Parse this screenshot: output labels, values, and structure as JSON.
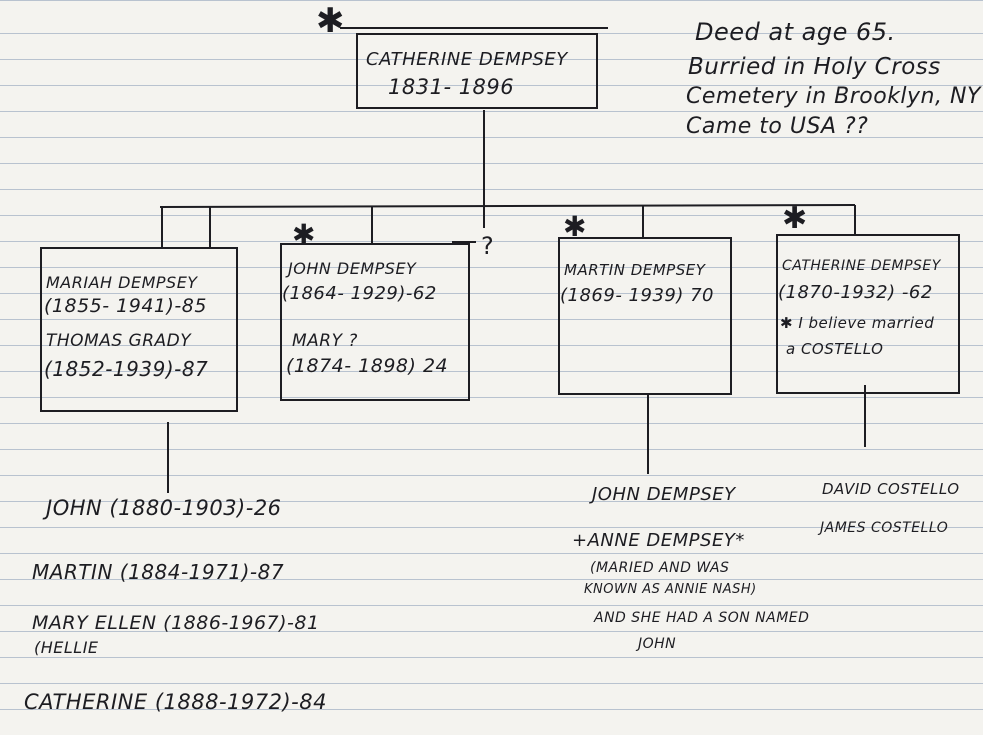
{
  "root": {
    "name": "CATHERINE DEMPSEY",
    "dates": "1831- 1896",
    "notes": [
      "Deed at age 65.",
      "Burried in Holy Cross",
      "Cemetery in Brooklyn, NY",
      "Came to USA ??"
    ]
  },
  "children": [
    {
      "name": "MARIAH DEMPSEY",
      "dates": "(1855- 1941)-85",
      "spouse_name": "THOMAS GRADY",
      "spouse_dates": "(1852-1939)-87"
    },
    {
      "name": "JOHN DEMPSEY",
      "dates": "(1864- 1929)-62",
      "spouse_name": "MARY ?",
      "spouse_dates": "(1874- 1898) 24",
      "question_mark": "?"
    },
    {
      "name": "MARTIN DEMPSEY",
      "dates": "(1869- 1939) 70"
    },
    {
      "name": "CATHERINE DEMPSEY",
      "dates": "(1870-1932) -62",
      "note_line1": "I believe married",
      "note_line2": "a COSTELLO"
    }
  ],
  "grandchildren_grady": [
    "JOHN (1880-1903)-26",
    "MARTIN (1884-1971)-87",
    "MARY ELLEN (1886-1967)-81",
    "(HELLIE",
    "CATHERINE (1888-1972)-84"
  ],
  "grandchildren_martin": [
    "JOHN DEMPSEY",
    "+ANNE DEMPSEY*",
    "(MARIED AND WAS",
    "KNOWN AS ANNIE NASH)",
    "AND SHE HAD A SON NAMED",
    "JOHN"
  ],
  "grandchildren_costello": [
    "DAVID COSTELLO",
    "JAMES COSTELLO"
  ]
}
